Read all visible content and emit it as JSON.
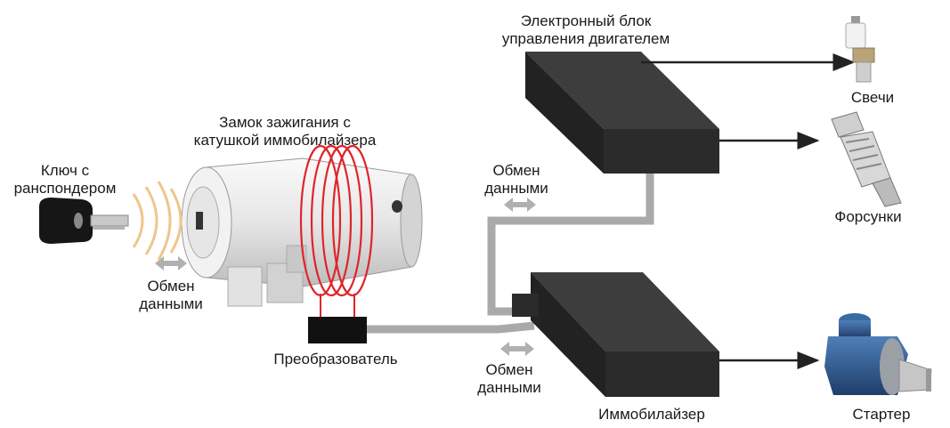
{
  "labels": {
    "ecu_line1": "Электронный блок",
    "ecu_line2": "управления двигателем",
    "spark_plugs": "Свечи",
    "injectors": "Форсунки",
    "starter": "Стартер",
    "immobilizer": "Иммобилайзер",
    "converter": "Преобразователь",
    "lock_line1": "Замок зажигания с",
    "lock_line2": "катушкой иммобилайзера",
    "key_line1": "Ключ с",
    "key_line2": "ранспондером",
    "exchange_key_1": "Обмен",
    "exchange_key_2": "данными",
    "exchange_ecu_1": "Обмен",
    "exchange_ecu_2": "данными",
    "exchange_imm_1": "Обмен",
    "exchange_imm_2": "данными"
  },
  "colors": {
    "unit_dark": "#2b2b2b",
    "unit_top": "#3d3d3d",
    "coil": "#e0242b",
    "wire_gray": "#a9a9a9",
    "arrow": "#222222",
    "wave": "#f0c58a"
  },
  "icons": [
    "key-icon",
    "ignition-lock-icon",
    "spark-plug-icon",
    "injector-icon",
    "starter-motor-icon"
  ]
}
